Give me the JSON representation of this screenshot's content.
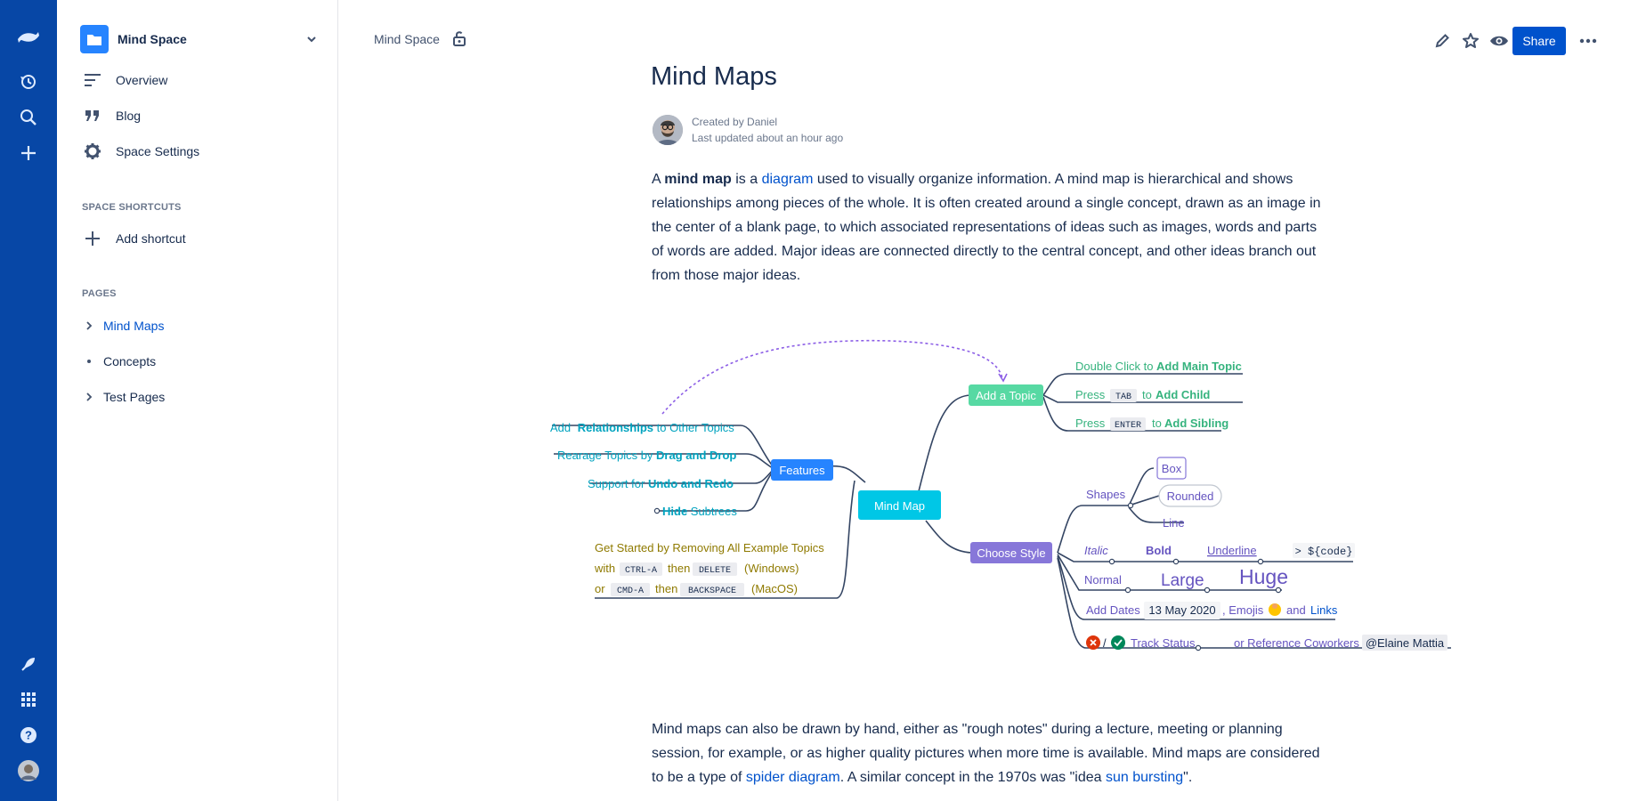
{
  "sidebar": {
    "space_name": "Mind Space",
    "items": [
      {
        "label": "Overview",
        "icon": "overview-icon"
      },
      {
        "label": "Blog",
        "icon": "quote-icon"
      },
      {
        "label": "Space Settings",
        "icon": "gear-icon"
      }
    ],
    "shortcuts_title": "SPACE SHORTCUTS",
    "add_shortcut": "Add shortcut",
    "pages_title": "PAGES",
    "pages": [
      {
        "label": "Mind Maps",
        "marker": "chevron-right-icon"
      },
      {
        "label": "Concepts",
        "marker": "bullet"
      },
      {
        "label": "Test Pages",
        "marker": "chevron-right-icon"
      }
    ]
  },
  "header": {
    "breadcrumb": "Mind Space",
    "share_label": "Share"
  },
  "page": {
    "title": "Mind Maps",
    "created_by": "Created by Daniel",
    "last_updated": "Last updated about an hour ago",
    "intro": {
      "p1": "A ",
      "bold": "mind map",
      "p2": " is a ",
      "link": "diagram",
      "p3": " used to visually organize information. A mind map is hierarchical and shows relationships among pieces of the whole. It is often created around a single concept, drawn as an image in the center of a blank page, to which associated representations of ideas such as images, words and parts of words are added. Major ideas are connected directly to the central concept, and other ideas branch out from those major ideas."
    },
    "outro": {
      "p1": "Mind maps can also be drawn by hand, either as \"rough notes\" during a lecture, meeting or planning session, for example, or as higher quality pictures when more time is available. Mind maps are considered to be a type of ",
      "link1": "spider diagram",
      "p2": ". A similar concept in the 1970s was \"idea ",
      "link2": "sun bursting",
      "p3": "\"."
    }
  },
  "mindmap": {
    "center": "Mind Map",
    "features": "Features",
    "add_topic": "Add a Topic",
    "choose_style": "Choose Style",
    "rel_1": "Add ",
    "rel_2": "Relationships",
    "rel_3": " to Other Topics",
    "drag_1": "Rearage Topics by ",
    "drag_2": "Drag and Drop",
    "undo_1": "Support for ",
    "undo_2": "Undo and Redo",
    "hide_1": "Hide",
    "hide_2": " Subtrees",
    "gs_line1": "Get Started by Removing All Example Topics",
    "gs_with": "with",
    "gs_ctrla": "CTRL-A",
    "gs_then": "then",
    "gs_delete": "DELETE",
    "gs_windows": "(Windows)",
    "gs_or": "or",
    "gs_cmda": "CMD-A",
    "gs_then2": "then",
    "gs_backspace": "BACKSPACE",
    "gs_macos": "(MacOS)",
    "dbl_1": "Double Click to ",
    "dbl_2": "Add Main Topic",
    "tab_1": "Press",
    "tab_key": "TAB",
    "tab_2": "to",
    "tab_3": "Add Child",
    "ent_1": "Press",
    "ent_key": "ENTER",
    "ent_2": "to",
    "ent_3": "Add Sibling",
    "shapes": "Shapes",
    "box": "Box",
    "rounded": "Rounded",
    "line": "Line",
    "italic": "Italic",
    "bold": "Bold",
    "underline": "Underline",
    "code": "> ${code}",
    "normal": "Normal",
    "large": "Large",
    "huge": "Huge",
    "add_dates": "Add Dates",
    "date": "13 May 2020",
    "emojis": ", Emojis",
    "and": "and",
    "links": "Links",
    "slash": "/",
    "track_status": "Track Status",
    "ref": "or Reference Coworkers",
    "mention": "@Elaine Mattia",
    "colors": {
      "teal": "#00a3bf",
      "green": "#36b37e",
      "purple": "#6554c0",
      "blue": "#2684ff",
      "cyan": "#00c7e6",
      "olive": "#8f7a00",
      "navy": "#344563"
    }
  }
}
